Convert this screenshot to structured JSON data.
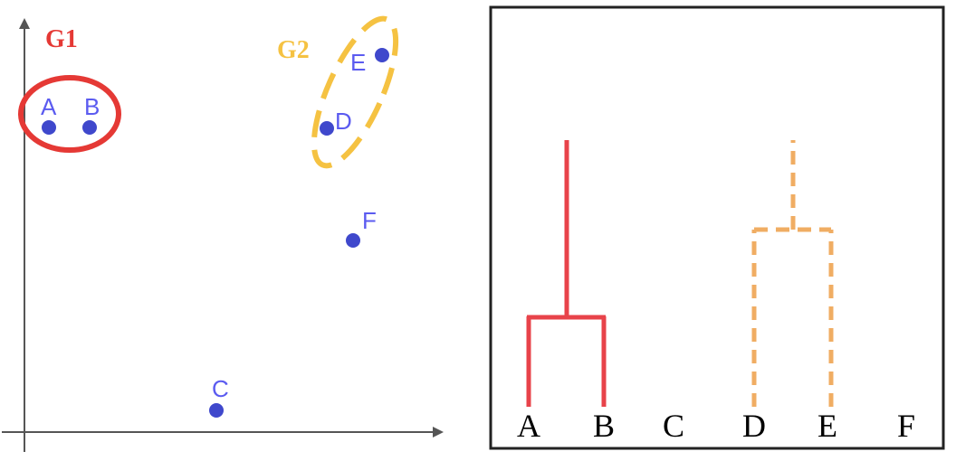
{
  "scatter": {
    "groups": [
      {
        "id": "g1",
        "label": "G1",
        "color": "#e53935"
      },
      {
        "id": "g2",
        "label": "G2",
        "color": "#f5c242"
      }
    ],
    "points": [
      {
        "id": "a",
        "label": "A",
        "color": "#3f48cc",
        "label_color": "#5b5bf0"
      },
      {
        "id": "b",
        "label": "B",
        "color": "#3f48cc",
        "label_color": "#5b5bf0"
      },
      {
        "id": "c",
        "label": "C",
        "color": "#3f48cc",
        "label_color": "#5b5bf0"
      },
      {
        "id": "d",
        "label": "D",
        "color": "#3f48cc",
        "label_color": "#5b5bf0"
      },
      {
        "id": "e",
        "label": "E",
        "color": "#3f48cc",
        "label_color": "#5b5bf0"
      },
      {
        "id": "f",
        "label": "F",
        "color": "#3f48cc",
        "label_color": "#5b5bf0"
      }
    ],
    "axis_color": "#555555"
  },
  "dendrogram": {
    "leaves": [
      "A",
      "B",
      "C",
      "D",
      "E",
      "F"
    ],
    "clusters": [
      {
        "id": "g1",
        "members": [
          "A",
          "B"
        ],
        "color": "#e8434a",
        "style": "solid"
      },
      {
        "id": "g2",
        "members": [
          "D",
          "E"
        ],
        "color": "#f0ad63",
        "style": "dashed"
      }
    ],
    "frame_color": "#222222"
  }
}
